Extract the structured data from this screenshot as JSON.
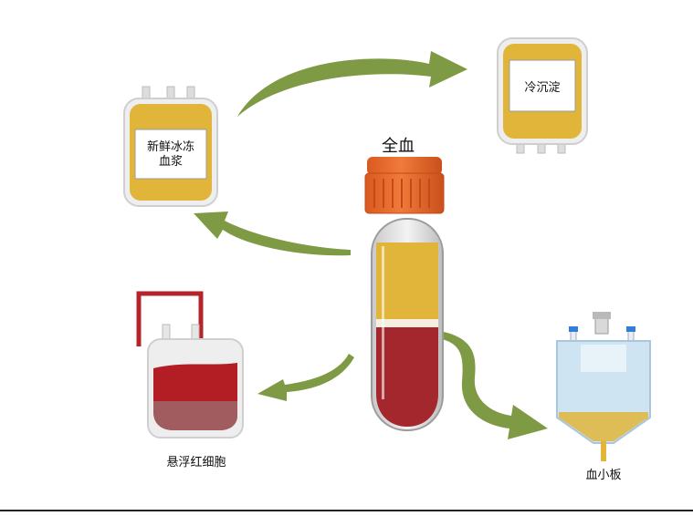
{
  "diagram": {
    "center_label": "全血",
    "products": {
      "fresh_frozen_plasma": {
        "label_line1": "新鲜冰冻",
        "label_line2": "血浆"
      },
      "cryoprecipitate": {
        "label": "冷沉淀"
      },
      "suspended_red_cells": {
        "label": "悬浮红细胞"
      },
      "platelets": {
        "label": "血小板"
      }
    }
  },
  "colors": {
    "arrow_green": "#7f9a45",
    "plasma_yellow": "#e1b53a",
    "blood_red": "#a3272c",
    "cap_orange": "#ec6b2d",
    "platelet_bag_blue": "#cfe4f3"
  }
}
